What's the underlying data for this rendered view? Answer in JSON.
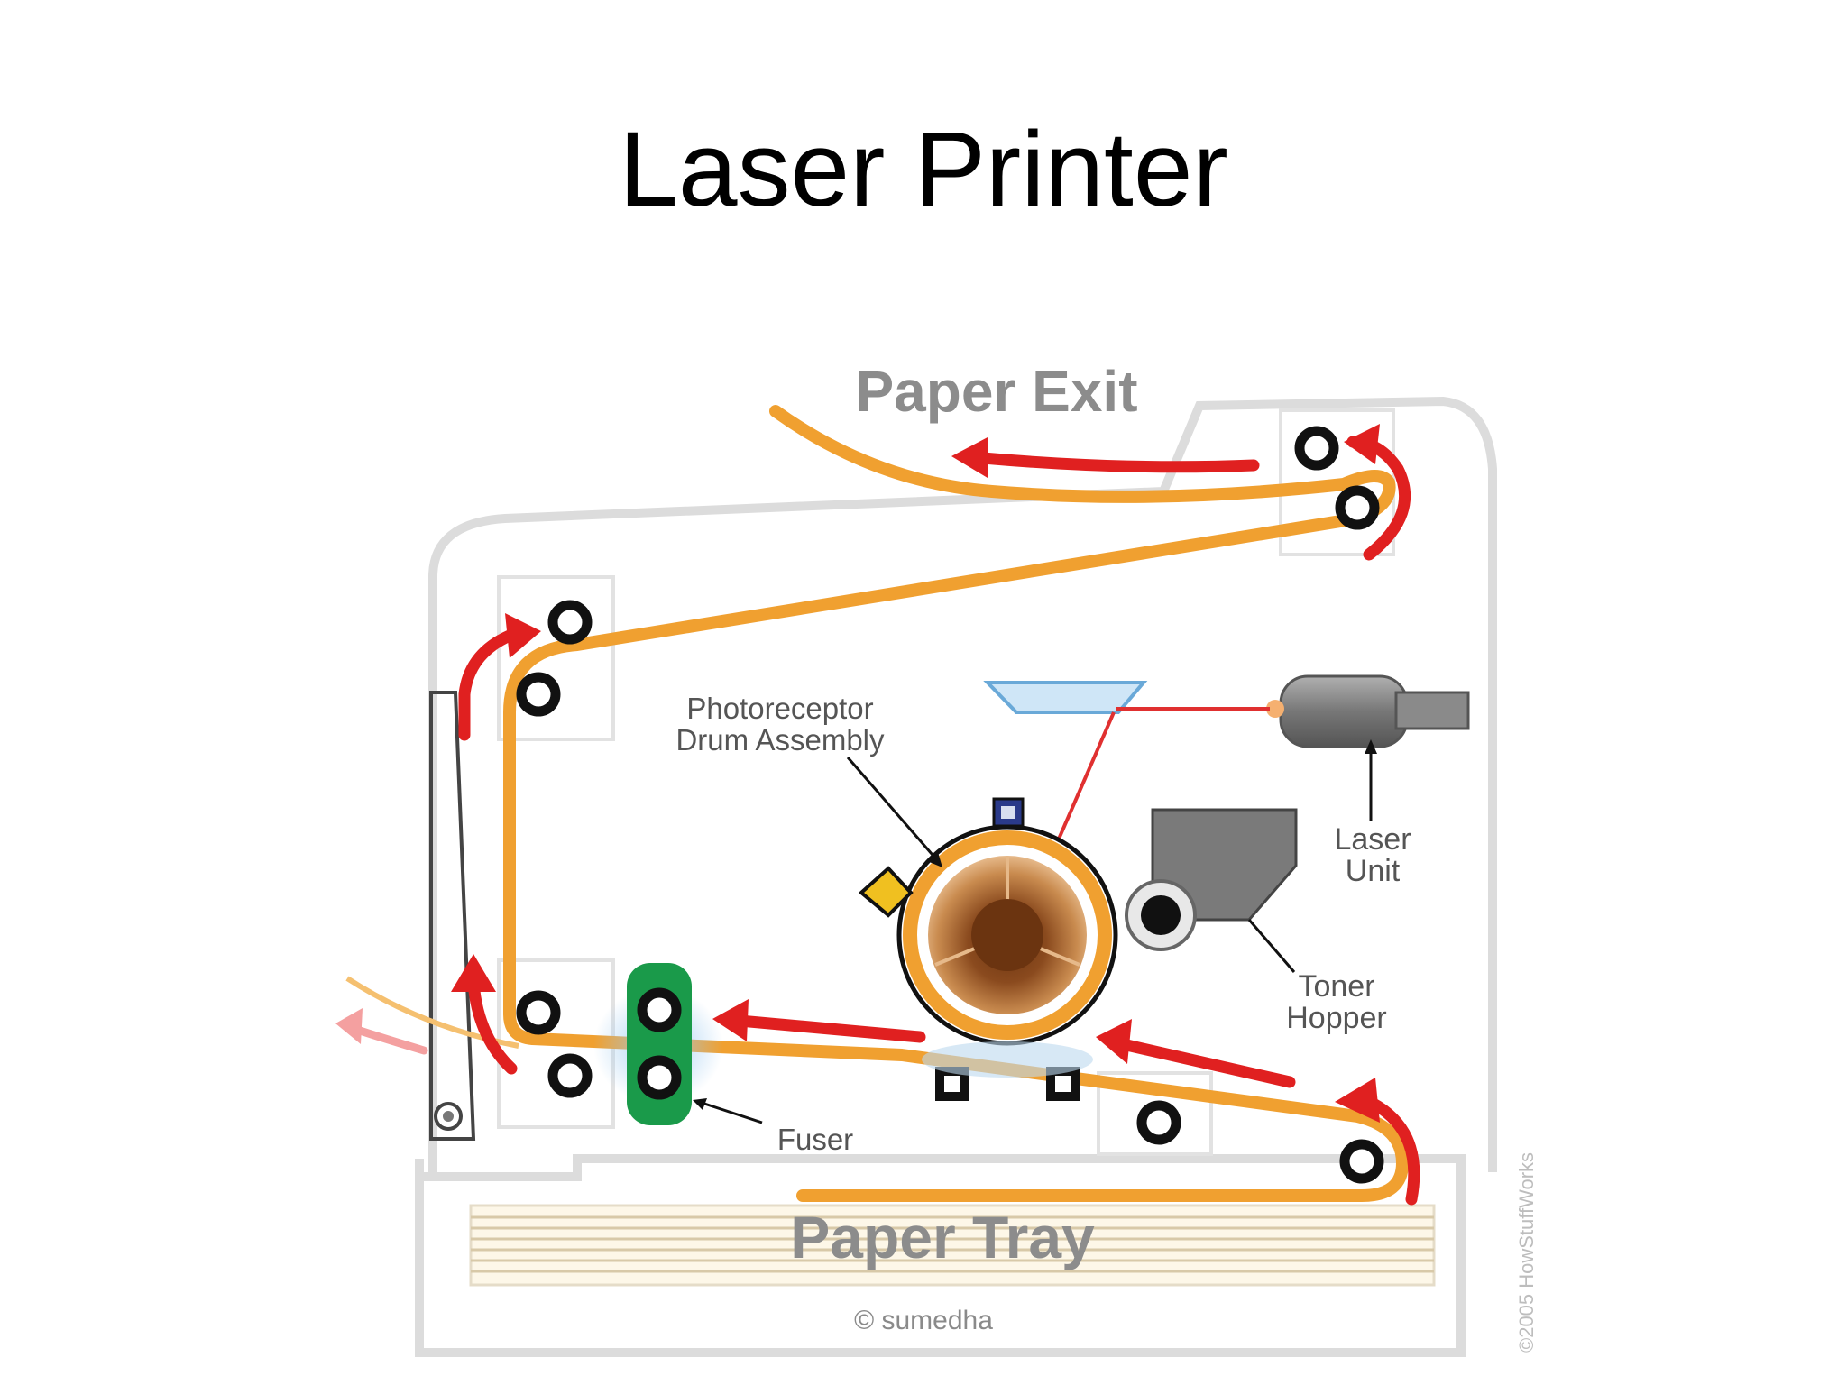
{
  "slide": {
    "title": "Laser Printer",
    "credit": "© sumedha"
  },
  "diagram": {
    "labels": {
      "paper_exit": "Paper Exit",
      "paper_tray": "Paper Tray",
      "drum_line1": "Photoreceptor",
      "drum_line2": "Drum Assembly",
      "laser_line1": "Laser",
      "laser_line2": "Unit",
      "toner_line1": "Toner",
      "toner_line2": "Hopper",
      "fuser": "Fuser",
      "copyright": "©2005 HowStuffWorks"
    },
    "colors": {
      "paper_path": "#f0a030",
      "arrow": "#e02020",
      "laser_beam": "#e03030",
      "fuser": "#1a9a4a",
      "housing": "#dcdcdc",
      "label_large": "#8c8c8c",
      "label_small": "#555555"
    }
  }
}
